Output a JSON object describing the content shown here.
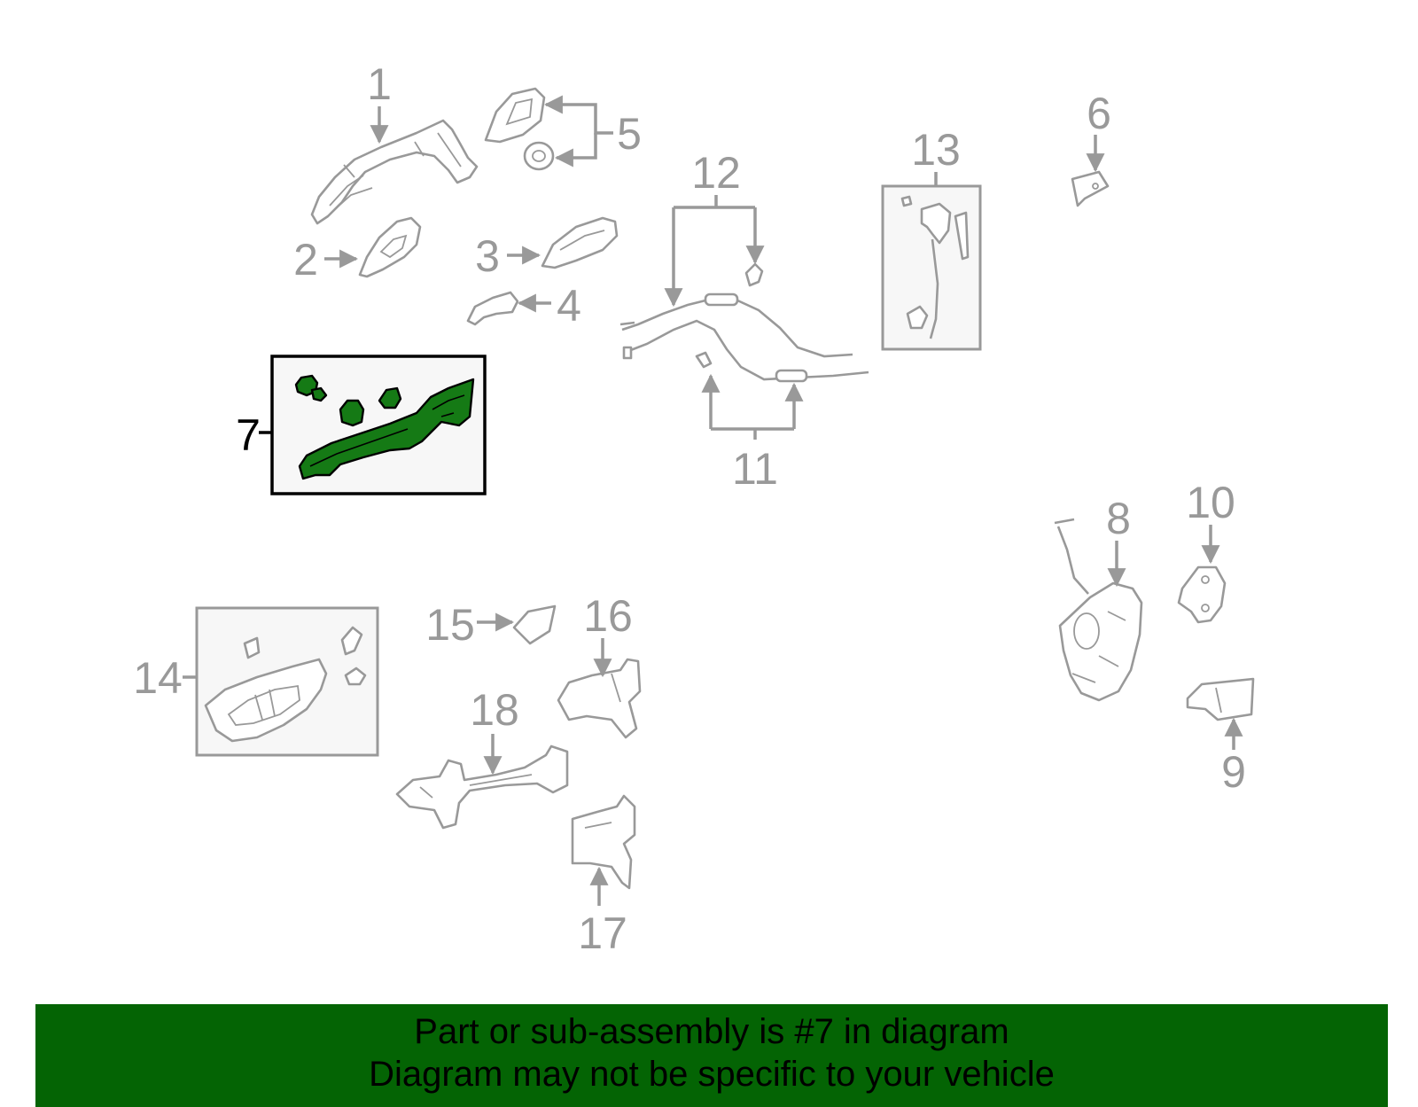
{
  "highlight_color": "#157a15",
  "banner_color": "#046404",
  "callouts": {
    "c1": "1",
    "c2": "2",
    "c3": "3",
    "c4": "4",
    "c5": "5",
    "c6": "6",
    "c7": "7",
    "c8": "8",
    "c9": "9",
    "c10": "10",
    "c11": "11",
    "c12": "12",
    "c13": "13",
    "c14": "14",
    "c15": "15",
    "c16": "16",
    "c17": "17",
    "c18": "18"
  },
  "banner": {
    "line1": "Part or sub-assembly is #7 in diagram",
    "line2": "Diagram may not be specific to your vehicle"
  }
}
